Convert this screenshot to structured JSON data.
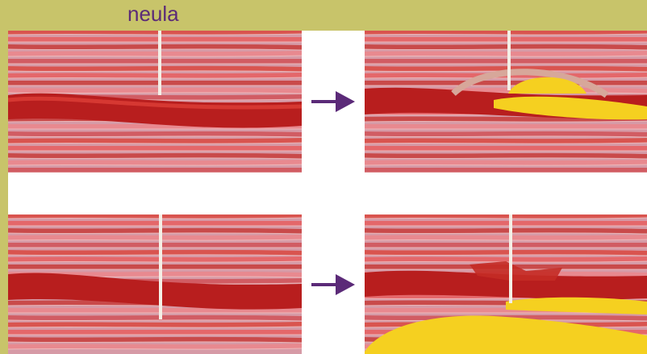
{
  "label": "neula",
  "colors": {
    "background": "#c8c46a",
    "label_text": "#5b2a78",
    "arrow": "#5b2a78",
    "muscle_fiber": "#d9544f",
    "vessel": "#b81e1e",
    "needle": "#f4efe6",
    "injected_fluid": "#f5d020"
  },
  "panels": [
    {
      "id": "tl",
      "state": "needle-in-muscle"
    },
    {
      "id": "tr",
      "state": "injection-under-fascia"
    },
    {
      "id": "bl",
      "state": "needle-in-vessel"
    },
    {
      "id": "br",
      "state": "spread-below-vessel"
    }
  ]
}
